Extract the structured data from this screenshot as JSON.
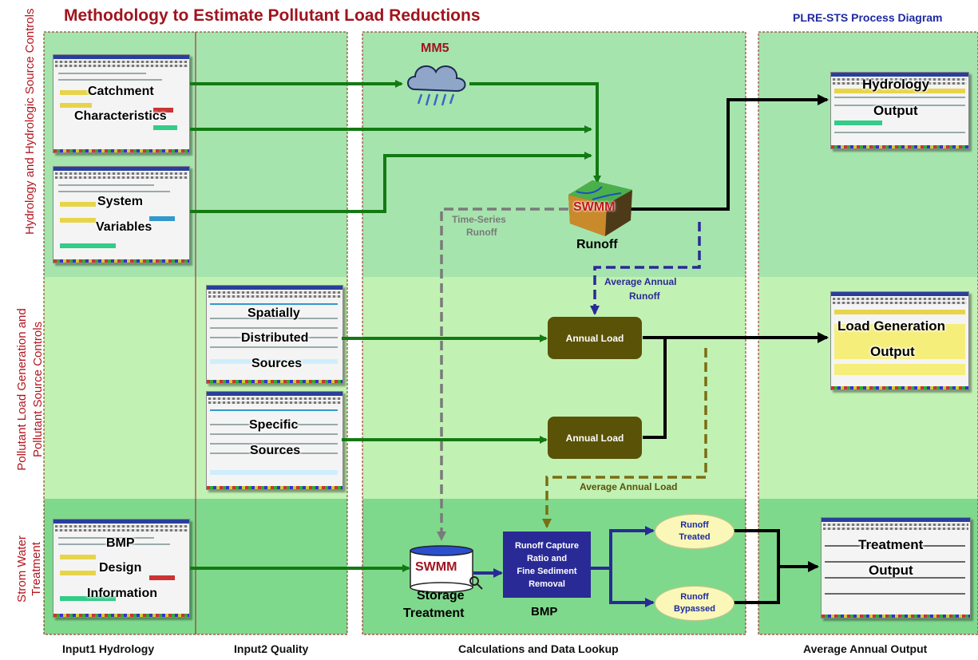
{
  "title": "Methodology to Estimate Pollutant Load Reductions",
  "subtitle": "PLRE-STS Process Diagram",
  "row_labels": {
    "hydrology": "Hydrology and Hydrologic Source Controls",
    "pollutant": "Pollutant Load Generation and Pollutant Source Controls",
    "treatment": "Strom Water Treatment"
  },
  "column_labels": {
    "input1": "Input1 Hydrology",
    "input2": "Input2 Quality",
    "calc": "Calculations and Data Lookup",
    "output": "Average Annual Output"
  },
  "inputs": {
    "catchment": [
      "Catchment",
      "Characteristics"
    ],
    "system": [
      "System",
      "Variables"
    ],
    "spatial": [
      "Spatially",
      "Distributed",
      "Sources"
    ],
    "specific": [
      "Specific",
      "Sources"
    ],
    "bmp_design": [
      "BMP",
      "Design",
      "Information"
    ]
  },
  "outputs": {
    "hydrology": [
      "Hydrology",
      "Output"
    ],
    "load_generation": [
      "Load Generation",
      "Output"
    ],
    "treatment": [
      "Treatment",
      "Output"
    ]
  },
  "nodes": {
    "mm5": "MM5",
    "swmm_runoff_logo": "SWMM",
    "runoff": "Runoff",
    "annual_load_1": "Annual Load",
    "annual_load_2": "Annual Load",
    "swmm_storage_logo": "SWMM",
    "storage_treatment": [
      "Storage",
      "Treatment"
    ],
    "bmp_box": [
      "Runoff Capture",
      "Ratio and",
      "Fine Sediment",
      "Removal"
    ],
    "bmp_label": "BMP",
    "runoff_treated": [
      "Runoff",
      "Treated"
    ],
    "runoff_bypassed": [
      "Runoff",
      "Bypassed"
    ]
  },
  "edge_labels": {
    "time_series_runoff": [
      "Time-Series",
      "Runoff"
    ],
    "avg_annual_runoff": [
      "Average Annual",
      "Runoff"
    ],
    "avg_annual_load": "Average Annual Load"
  },
  "colors": {
    "title": "#a0141e",
    "subtitle": "#1e2aa0",
    "green_arrow": "#137a13",
    "blue_arrow": "#2a2a96",
    "olive": "#5a5206",
    "olive_dash": "#7a6e10",
    "gray_dash": "#7a7a7a",
    "panel_top": "#a6e4ad",
    "panel_mid": "#bff0b0",
    "panel_bottom": "#7dd88a",
    "border": "#a0141e"
  }
}
